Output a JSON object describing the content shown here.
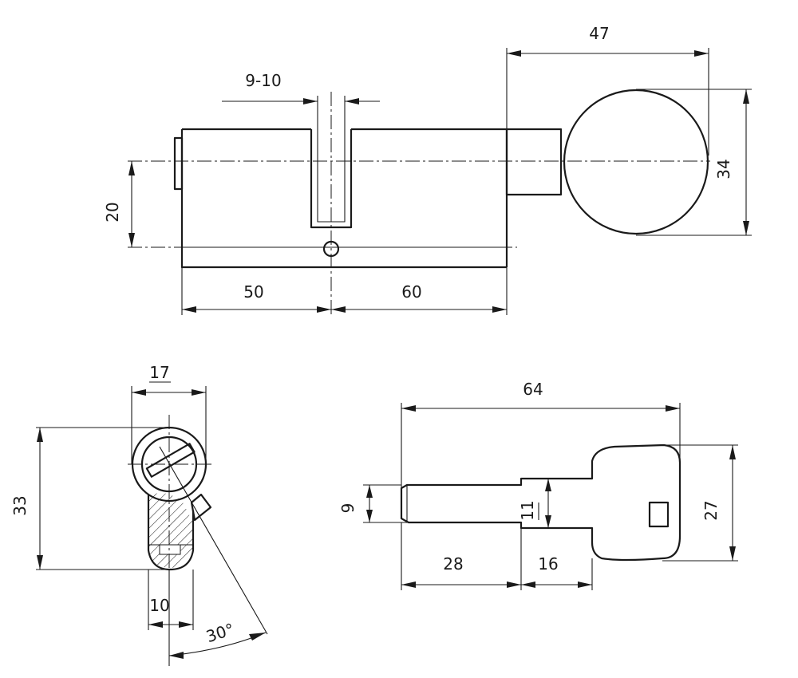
{
  "front_view": {
    "groove_width": "9-10",
    "total_knob_length": "47",
    "knob_diameter": "34",
    "cam_offset": "20",
    "left_length": "50",
    "right_length": "60"
  },
  "profile_view": {
    "width_top": "17",
    "height": "33",
    "width_bottom": "10",
    "cam_angle": "30°"
  },
  "key_view": {
    "total_length": "64",
    "blade_height": "9",
    "shoulder_height": "11",
    "head_height": "27",
    "blade_length": "28",
    "shoulder_length": "16"
  }
}
